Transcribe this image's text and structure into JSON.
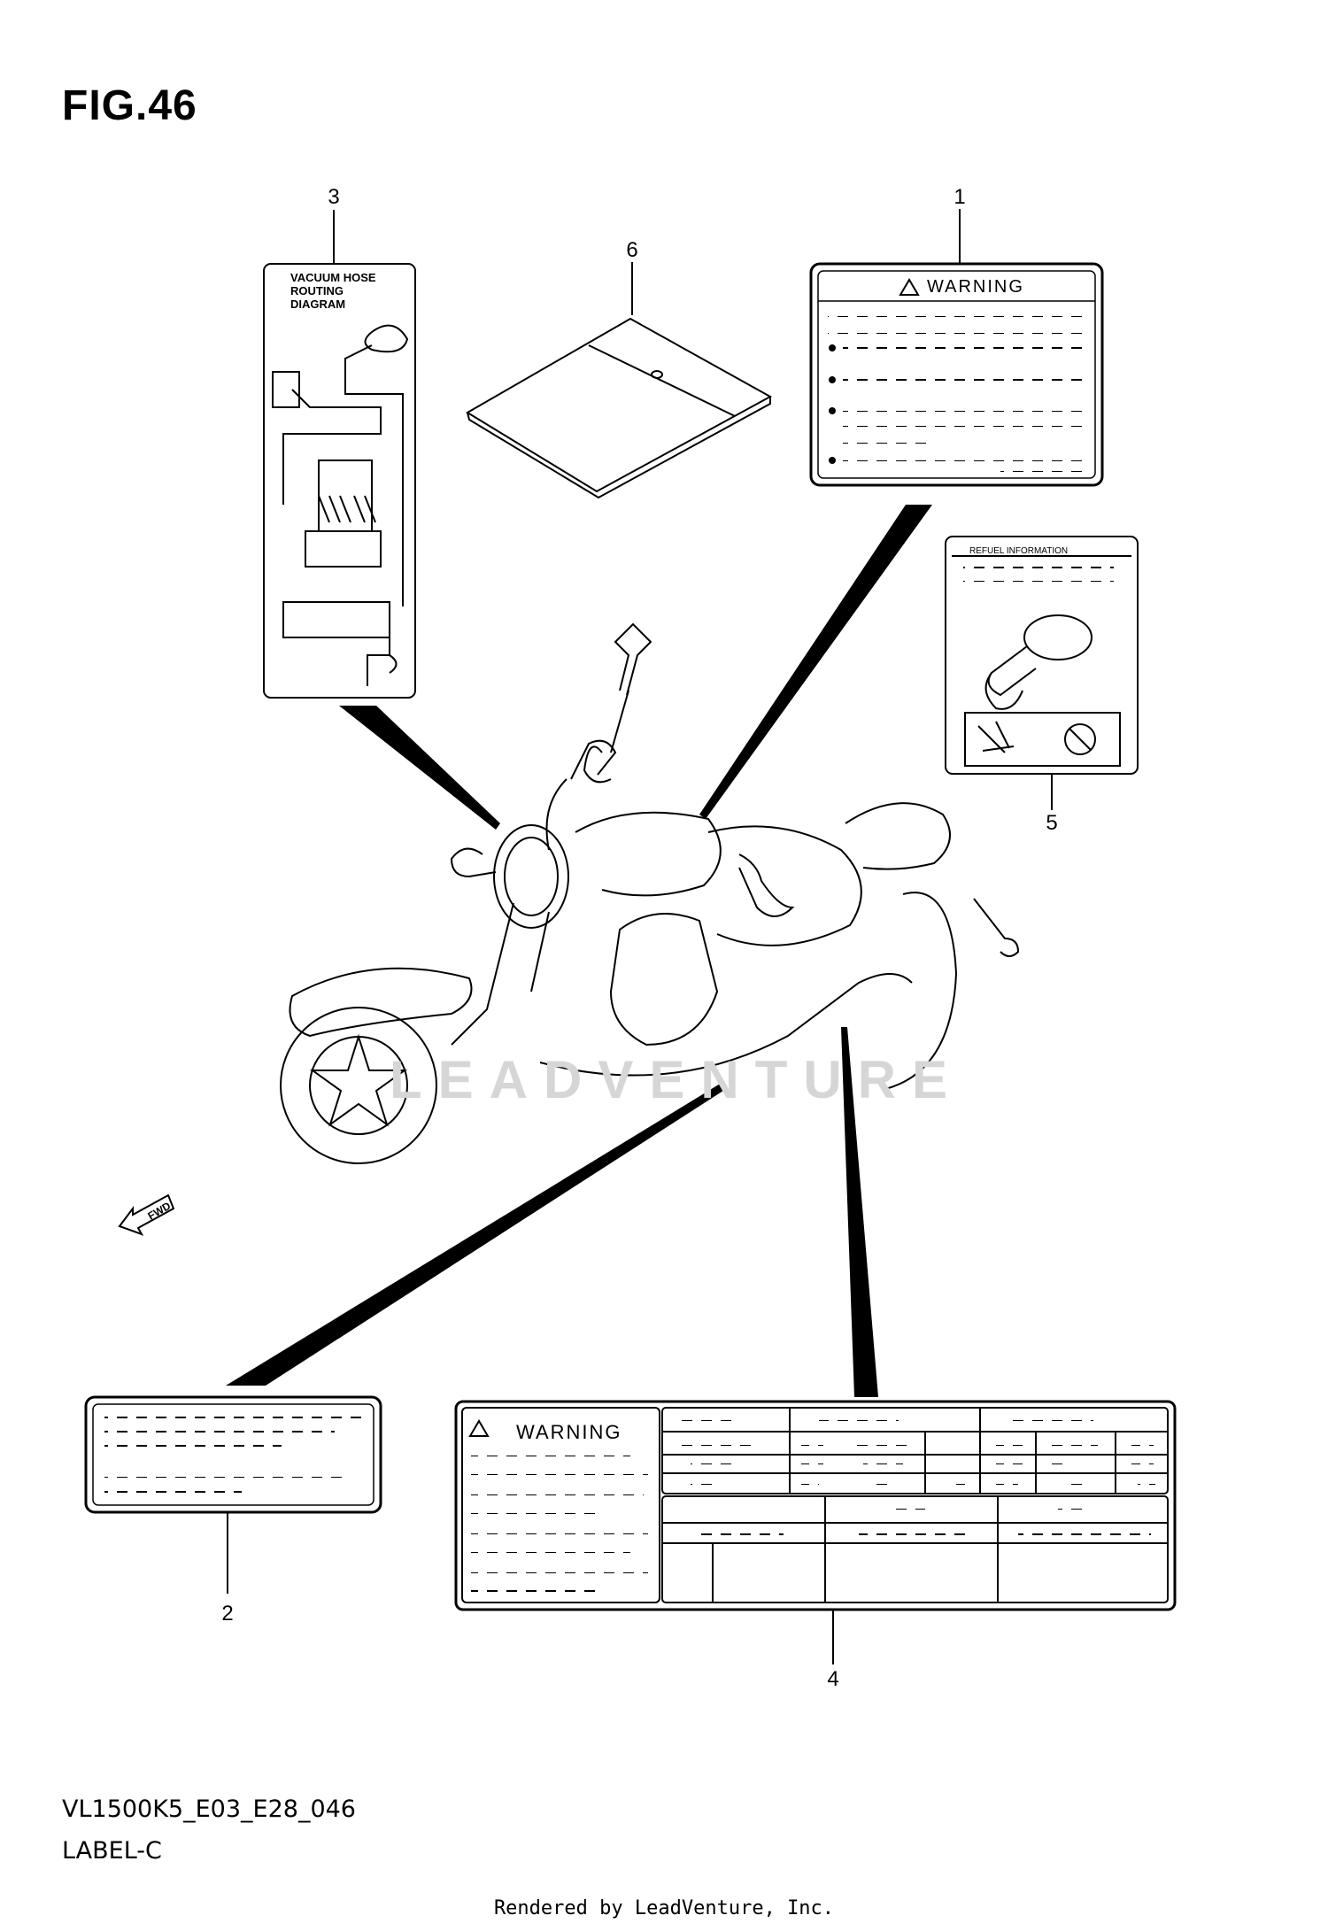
{
  "figure": {
    "title": "FIG.46",
    "code": "VL1500K5_E03_E28_046",
    "name": "LABEL-C",
    "credit": "Rendered by LeadVenture, Inc.",
    "watermark": "LEADVENTURE"
  },
  "callouts": [
    "1",
    "2",
    "3",
    "4",
    "5",
    "6"
  ],
  "labels": {
    "warning_text": "WARNING",
    "vacuum_line1": "VACUUM HOSE",
    "vacuum_line2": "ROUTING",
    "vacuum_line3": "DIAGRAM",
    "refuel_text": "REFUEL INFORMATION",
    "fwd_text": "FWD"
  }
}
